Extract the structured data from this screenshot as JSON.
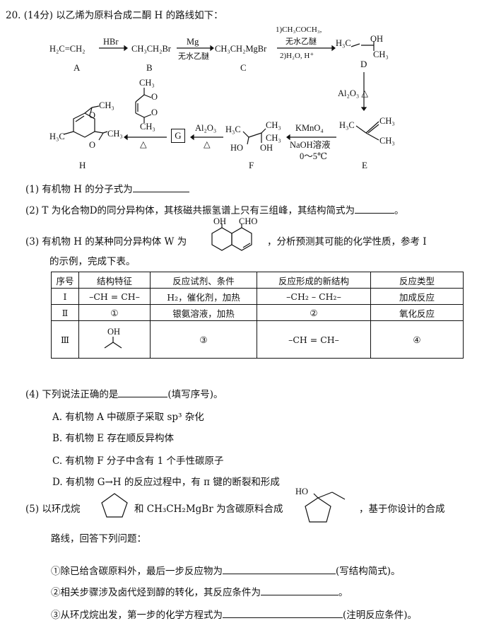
{
  "header": "20. (14分) 以乙烯为原料合成二酮 H 的路线如下：",
  "scheme": {
    "A": "H₂C=CH₂",
    "A_label": "A",
    "r1": "HBr",
    "B": "CH₃CH₂Br",
    "B_label": "B",
    "r2_top": "Mg",
    "r2_bottom": "无水乙醚",
    "C": "CH₃CH₂MgBr",
    "C_label": "C",
    "r3_top1": "1)CH₃COCH₃,",
    "r3_top2": "无水乙醚",
    "r3_bottom": "2)H₂O, H⁺",
    "D_label": "D",
    "D_ch3": "H₃C",
    "D_oh": "OH",
    "D_ch3b": "CH₃",
    "r4": "Al₂O₃  △",
    "E_h3c": "H₃C",
    "E_ch3a": "CH₃",
    "E_ch3b": "CH₃",
    "E_label": "E",
    "r5_top": "KMnO₄",
    "r5_mid": "NaOH溶液",
    "r5_bot": "0～5℃",
    "F_h3c": "H₃C",
    "F_ch3": "CH₃",
    "F_ch3b": "CH₃",
    "F_ho": "HO",
    "F_oh": "OH",
    "F_label": "F",
    "r6_top": "Al₂O₃",
    "r6_bot": "△",
    "G": "G",
    "r7_bot": "△",
    "int_ch3a": "CH₃",
    "int_ch3b": "CH₃",
    "int_o1": "O",
    "int_o2": "O",
    "H_h3c": "H₃C",
    "H_ch3a": "CH₃",
    "H_ch3b": "CH₃",
    "H_o1": "O",
    "H_o2": "O",
    "H_label": "H"
  },
  "q1": "(1) 有机物 H 的分子式为",
  "q2": "(2) T 为化合物D的同分异构体，其核磁共振氢谱上只有三组峰，其结构简式为",
  "q2_end": "。",
  "q3_a": "(3) 有机物 H 的某种同分异构体 W 为",
  "q3_b": "，分析预测其可能的化学性质，参考 I",
  "q3_c": "的示例，完成下表。",
  "w_oh": "OH",
  "w_cho": "CHO",
  "table": {
    "headers": [
      "序号",
      "结构特征",
      "反应试剂、条件",
      "反应形成的新结构",
      "反应类型"
    ],
    "rows": [
      [
        "Ⅰ",
        "–CH = CH–",
        "H₂，催化剂，加热",
        "–CH₂ – CH₂–",
        "加成反应"
      ],
      [
        "Ⅱ",
        "①",
        "银氨溶液，加热",
        "②",
        "氧化反应"
      ],
      [
        "Ⅲ",
        "",
        "③",
        "–CH = CH–",
        "④"
      ]
    ],
    "row3_oh": "OH"
  },
  "q4": "(4) 下列说法正确的是",
  "q4_end": "(填写序号)。",
  "q4_opts": [
    "A. 有机物 A 中碳原子采取 sp³ 杂化",
    "B. 有机物 E 存在顺反异构体",
    "C. 有机物 F 分子中含有 1 个手性碳原子",
    "D. 有机物 G→H 的反应过程中，有 π 键的断裂和形成"
  ],
  "q5_a": "(5) 以环戊烷",
  "q5_b": "和 CH₃CH₂MgBr 为含碳原料合成",
  "q5_c": "，基于你设计的合成",
  "q5_ho": "HO",
  "q5_d": "路线，回答下列问题：",
  "q5_1": "①除已给含碳原料外，最后一步反应物为",
  "q5_1_end": "(写结构简式)。",
  "q5_2": "②相关步骤涉及卤代烃到醇的转化，其反应条件为",
  "q5_2_end": "。",
  "q5_3": "③从环戊烷出发，第一步的化学方程式为",
  "q5_3_end": "(注明反应条件)。"
}
